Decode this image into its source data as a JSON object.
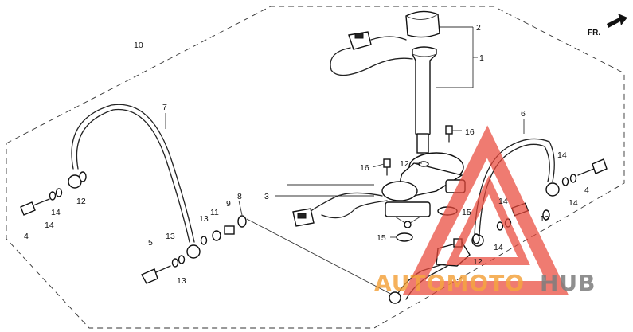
{
  "orientation": "FR.",
  "callouts": {
    "c1": "1",
    "c2": "2",
    "c3": "3",
    "c4a": "4",
    "c4b": "4",
    "c5": "5",
    "c6": "6",
    "c7": "7",
    "c8": "8",
    "c9": "9",
    "c10": "10",
    "c11": "11",
    "c12a": "12",
    "c12b": "12",
    "c12c": "12",
    "c12d": "12",
    "c13a": "13",
    "c13b": "13",
    "c13c": "13",
    "c14a": "14",
    "c14b": "14",
    "c14c": "14",
    "c14d": "14",
    "c14e": "14",
    "c14f": "14",
    "c15a": "15",
    "c15b": "15",
    "c16a": "16",
    "c16b": "16"
  },
  "watermark": {
    "part1": "AUTOMOTO",
    "part2": "HUB",
    "color_primary": "#e8473a",
    "color_accent": "#f39a2b",
    "color_text": "#6e6e6e"
  }
}
